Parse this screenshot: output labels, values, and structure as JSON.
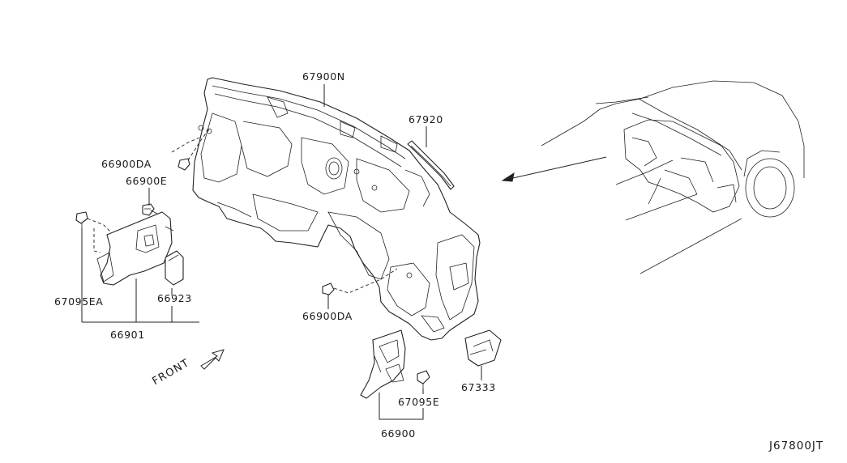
{
  "diagram": {
    "id_label": "J67800JT",
    "front_label": "FRONT",
    "parts": {
      "p67900N": "67900N",
      "p67920": "67920",
      "p66900DA_top": "66900DA",
      "p66900E": "66900E",
      "p67095EA": "67095EA",
      "p66923": "66923",
      "p66901": "66901",
      "p66900DA_bottom": "66900DA",
      "p67333": "67333",
      "p67095E": "67095E",
      "p66900": "66900"
    }
  }
}
